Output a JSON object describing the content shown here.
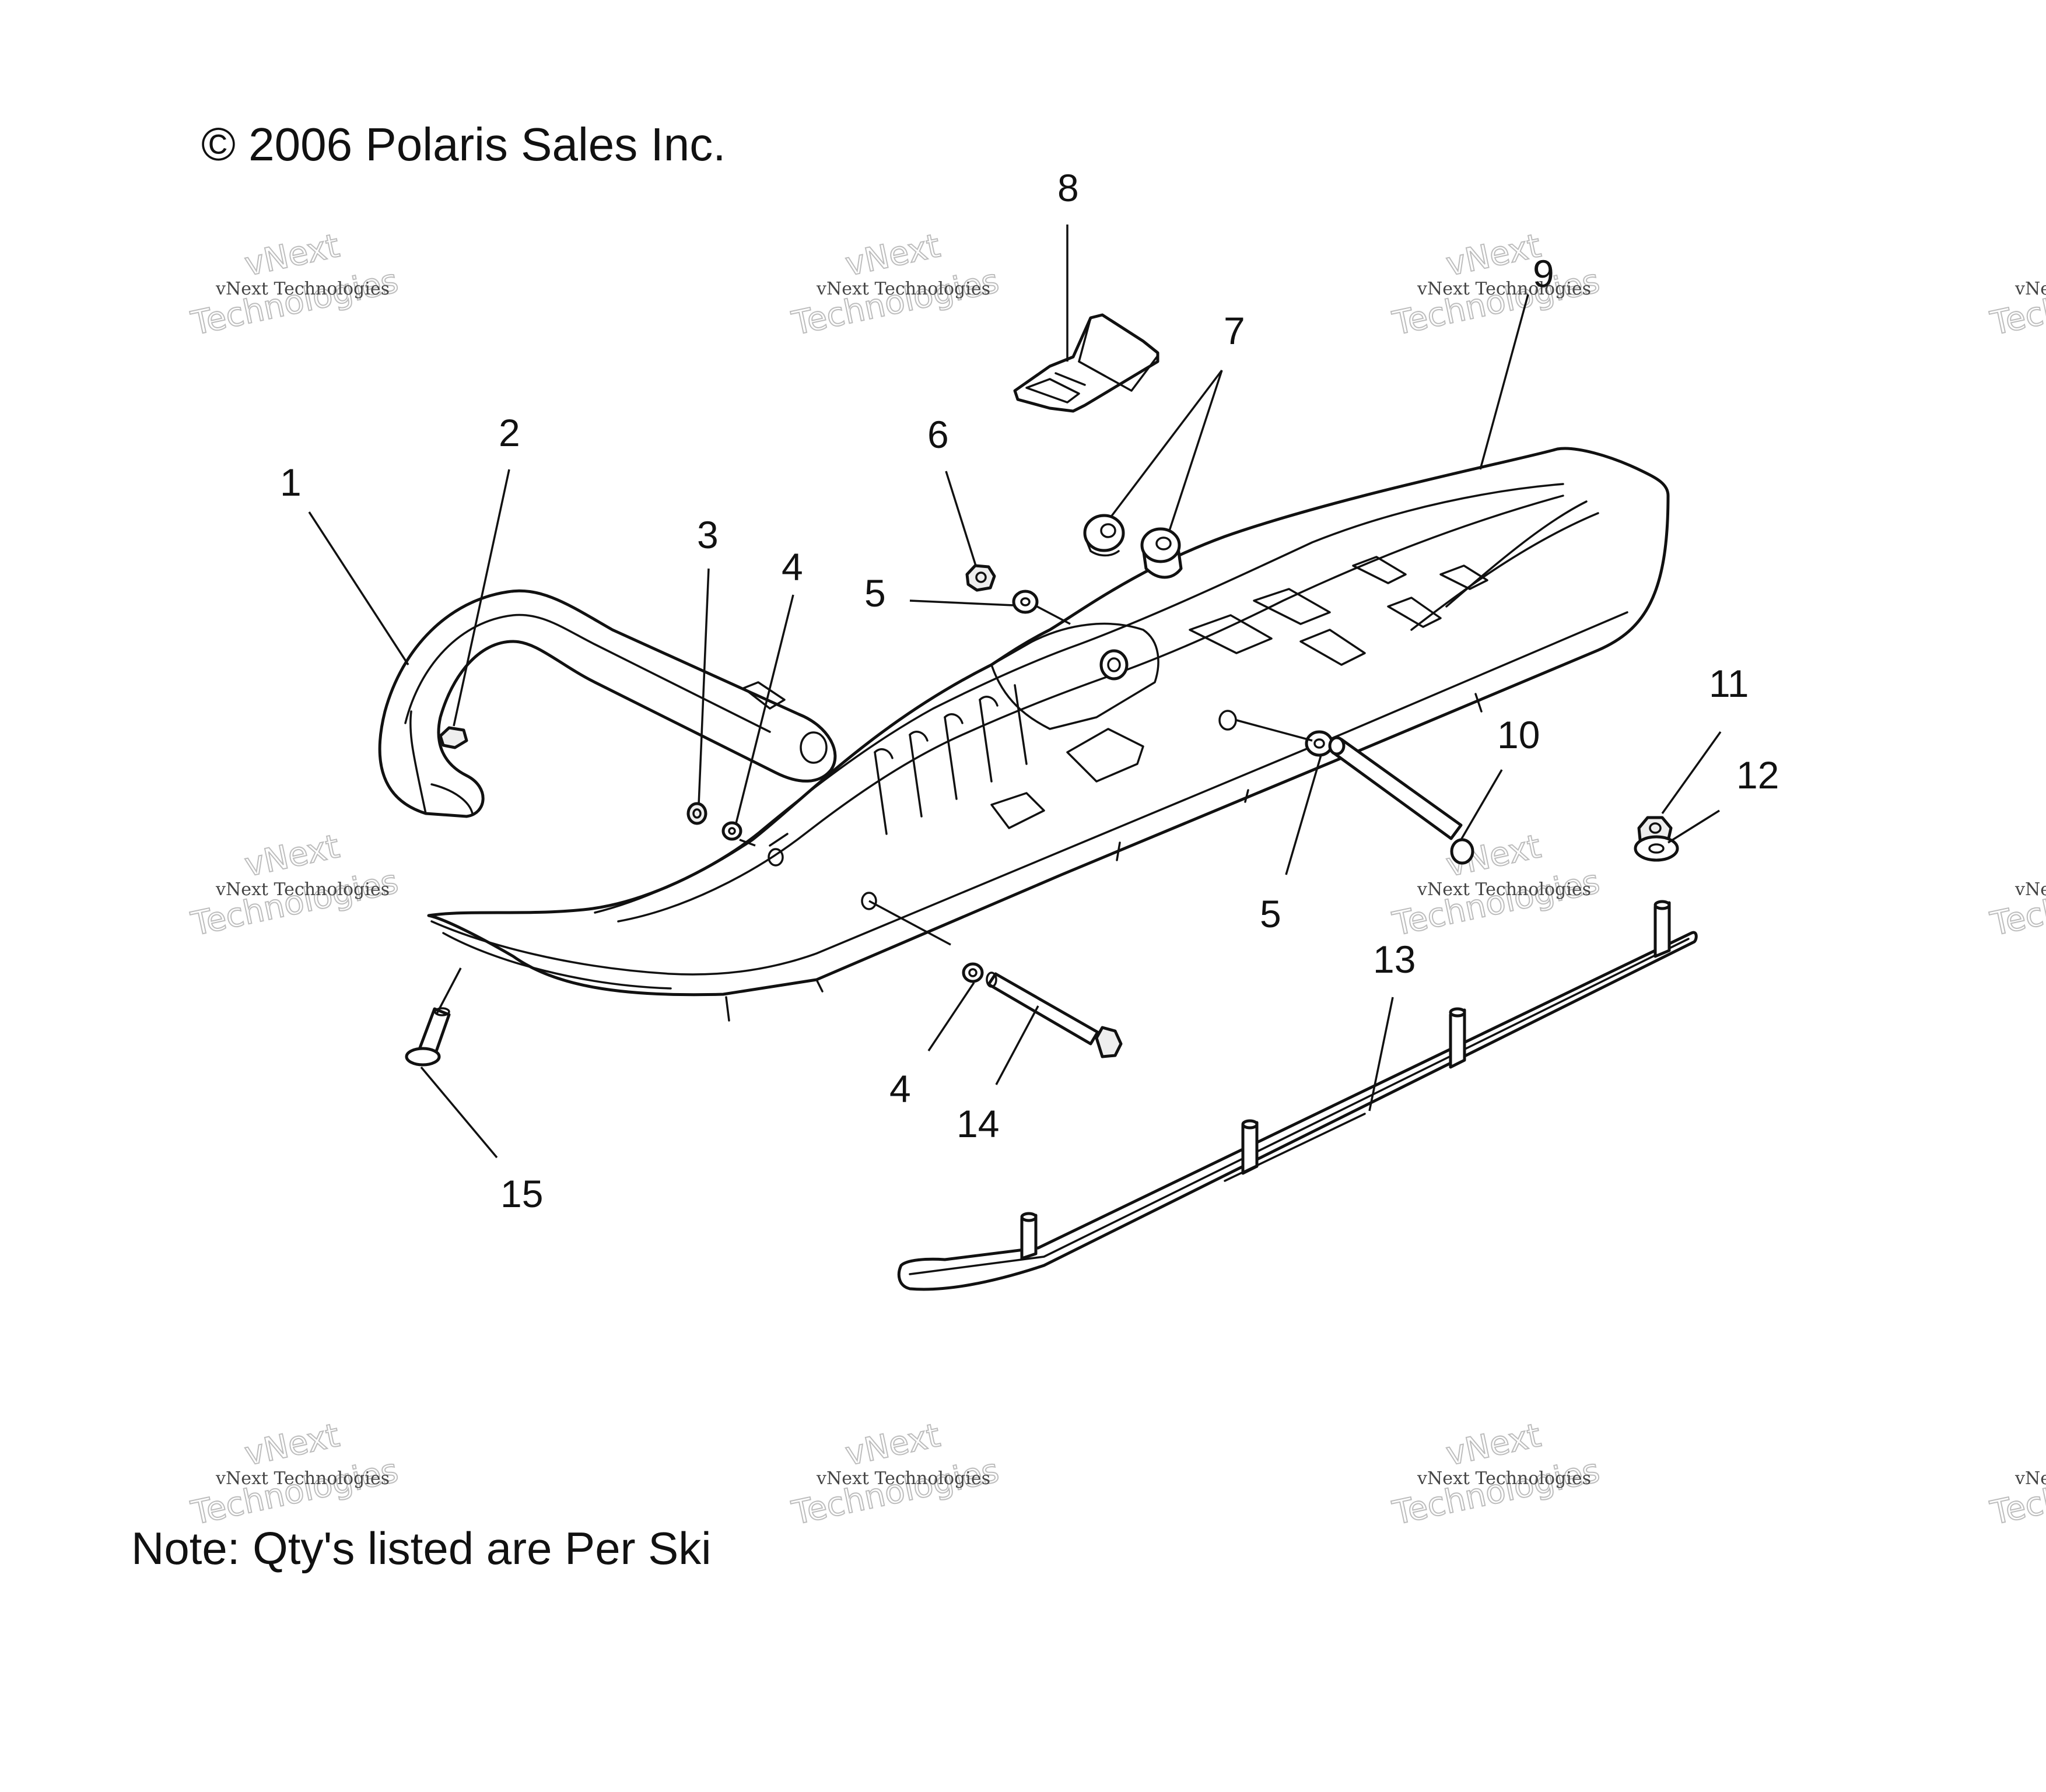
{
  "copyright": "© 2006 Polaris Sales Inc.",
  "note": "Note: Qty's listed are Per Ski",
  "watermark": {
    "line1": "vNext Technologies",
    "line2": "vNext",
    "line3": "Technologies"
  },
  "callouts": {
    "c1": "1",
    "c2": "2",
    "c3": "3",
    "c4a": "4",
    "c4b": "4",
    "c5a": "5",
    "c5b": "5",
    "c6": "6",
    "c7": "7",
    "c8": "8",
    "c9": "9",
    "c10": "10",
    "c11": "11",
    "c12": "12",
    "c13": "13",
    "c14": "14",
    "c15": "15"
  }
}
